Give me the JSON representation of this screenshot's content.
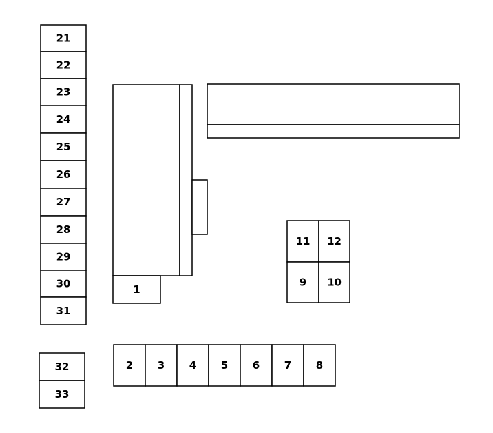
{
  "colors": {
    "stroke": "#000000",
    "fill": "#ffffff",
    "text": "#000000"
  },
  "left_column_labels": [
    "21",
    "22",
    "23",
    "24",
    "25",
    "26",
    "27",
    "28",
    "29",
    "30",
    "31"
  ],
  "lower_left_labels": [
    "32",
    "33"
  ],
  "bottom_row_labels": [
    "2",
    "3",
    "4",
    "5",
    "6",
    "7",
    "8"
  ],
  "grid_labels": [
    "11",
    "12",
    "9",
    "10"
  ],
  "small_box_label": "1"
}
